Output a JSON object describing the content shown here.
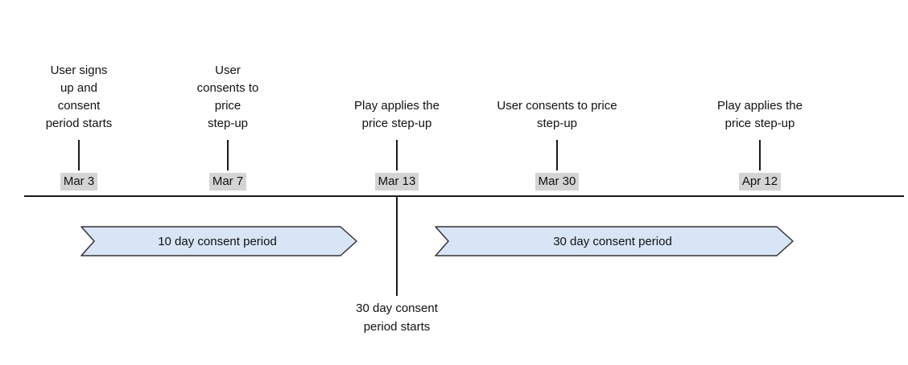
{
  "diagram": {
    "events": [
      {
        "label": "User signs\nup and\nconsent\nperiod starts",
        "date": "Mar 3"
      },
      {
        "label": "User\nconsents to\nprice\nstep-up",
        "date": "Mar 7"
      },
      {
        "label": "Play applies the\nprice step-up",
        "date": "Mar 13"
      },
      {
        "label": "User consents to price\nstep-up",
        "date": "Mar 30"
      },
      {
        "label": "Play applies the\nprice step-up",
        "date": "Apr 12"
      }
    ],
    "periods": [
      {
        "label": "10 day consent period"
      },
      {
        "label": "30 day consent period"
      }
    ],
    "callout": {
      "label": "30 day consent\nperiod starts"
    },
    "colors": {
      "line": "#1a1a1a",
      "date_highlight": "#d4d4d4",
      "period_fill": "#d7e5f6",
      "period_border": "#333333"
    }
  }
}
